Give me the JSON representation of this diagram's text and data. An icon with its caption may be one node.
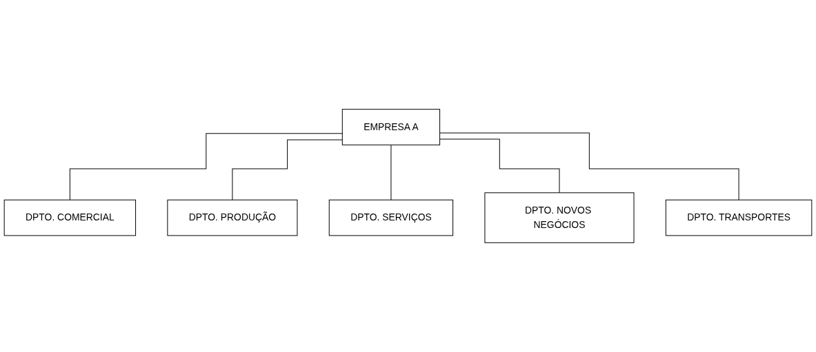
{
  "diagram": {
    "nodes": [
      {
        "text": [
          "EMPRESA A"
        ]
      },
      {
        "text": [
          "DPTO. COMERCIAL"
        ]
      },
      {
        "text": [
          "DPTO. PRODUÇÃO"
        ]
      },
      {
        "text": [
          "DPTO. SERVIÇOS"
        ]
      },
      {
        "text": [
          "DPTO. NOVOS NEGÓCIOS"
        ]
      },
      {
        "text": [
          "DPTO. TRANSPORTES"
        ]
      }
    ],
    "edges": [
      {
        "from": 0,
        "to": 1,
        "arrow": "none"
      },
      {
        "from": 0,
        "to": 2,
        "arrow": "none"
      },
      {
        "from": 0,
        "to": 3,
        "arrow": "none"
      },
      {
        "from": 0,
        "to": 4,
        "arrow": "none"
      },
      {
        "from": 0,
        "to": 5,
        "arrow": "none"
      }
    ]
  }
}
